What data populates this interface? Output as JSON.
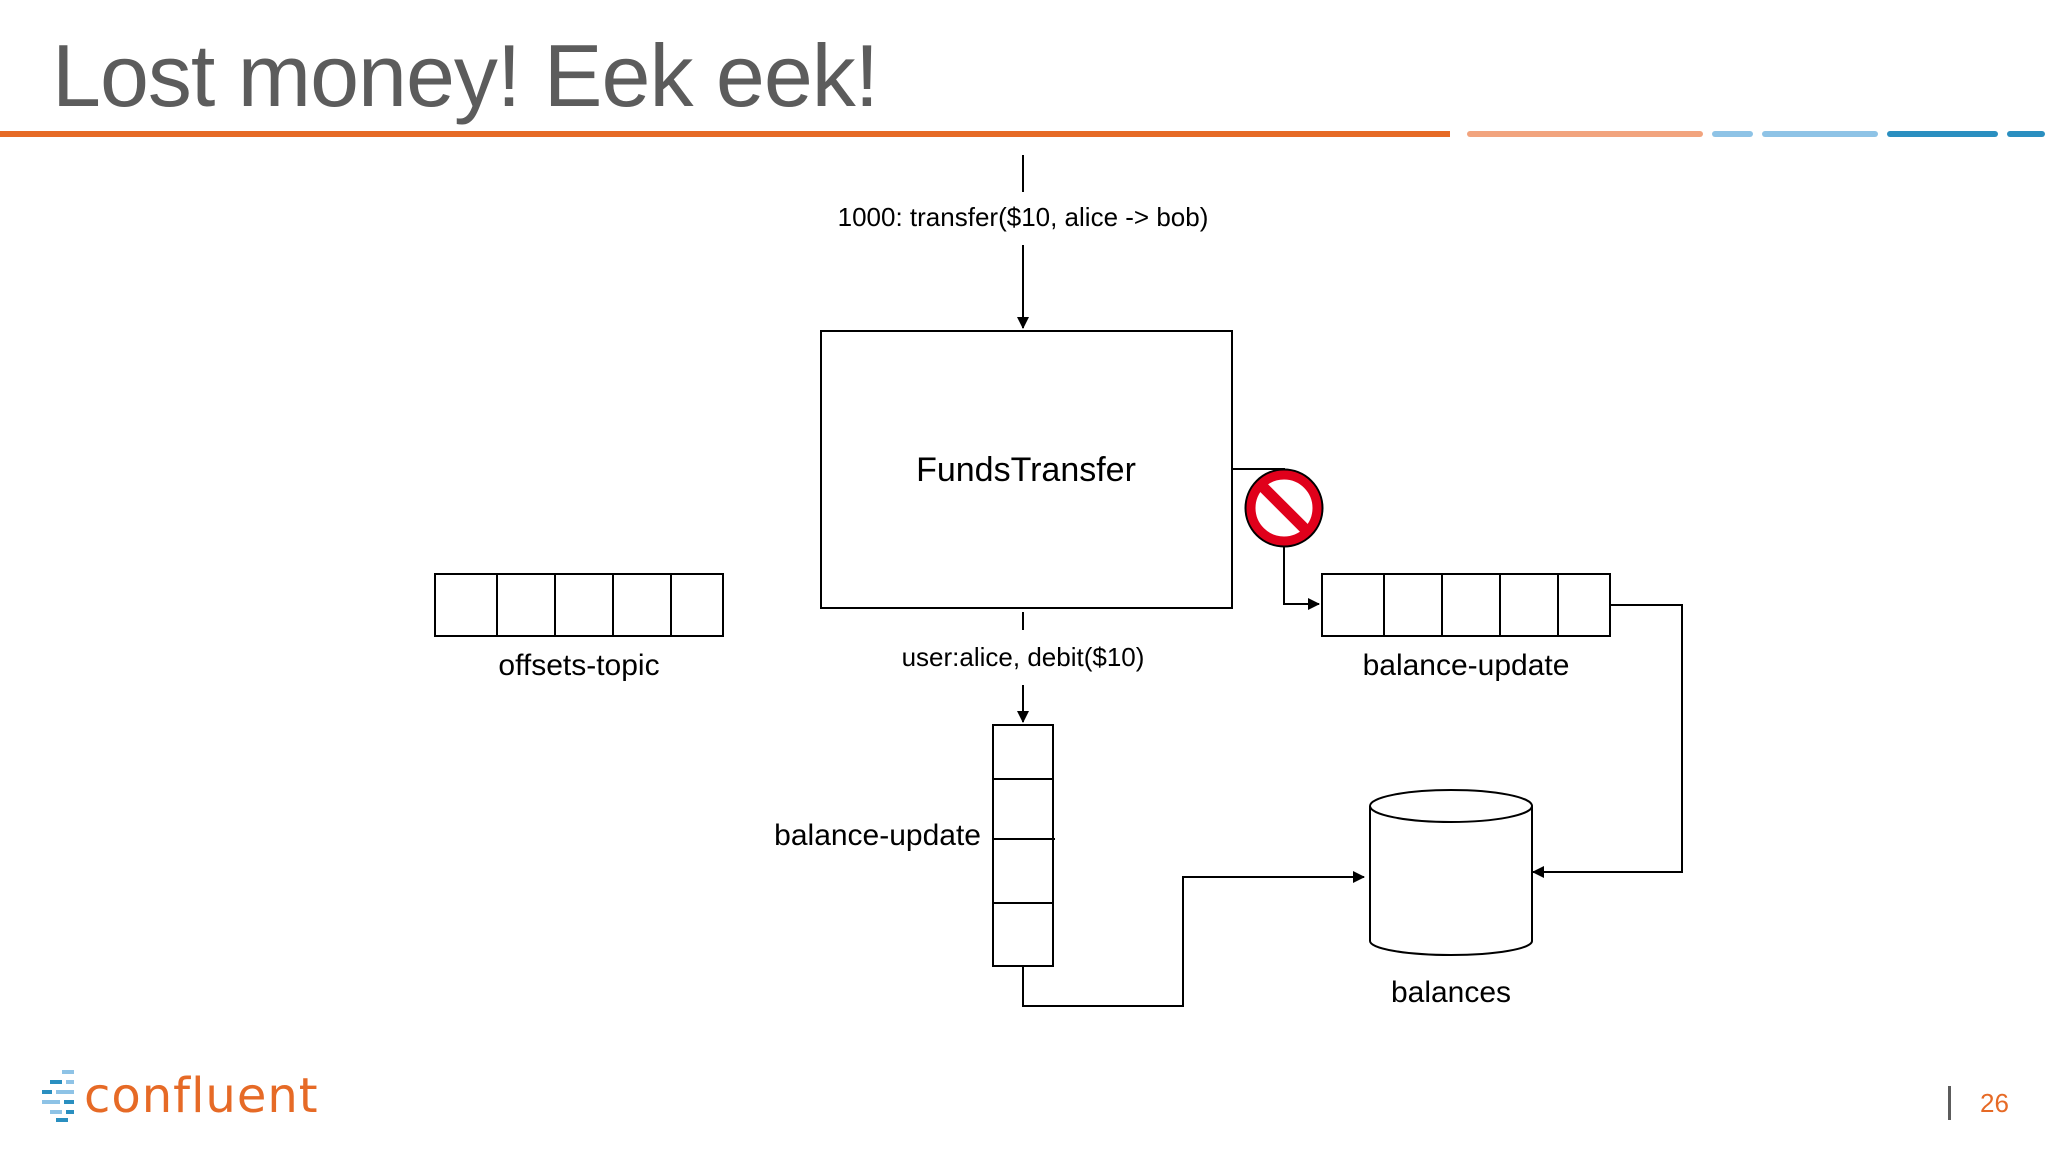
{
  "slide": {
    "title": "Lost money! Eek eek!",
    "page_number": "26"
  },
  "colors": {
    "title_text": "#5c5c5c",
    "accent_orange": "#e66a26",
    "accent_salmon": "#f2a47e",
    "accent_light_blue": "#8ec3e6",
    "accent_blue": "#2a8fc0",
    "blocked_red": "#e0001b"
  },
  "diagram": {
    "input_event_label": "1000: transfer($10, alice -> bob)",
    "processor_label": "FundsTransfer",
    "offsets_topic_label": "offsets-topic",
    "debit_event_label": "user:alice, debit($10)",
    "left_topic_label": "balance-update",
    "right_topic_label": "balance-update",
    "store_label": "balances",
    "blocked_icon": "no-entry-icon"
  },
  "logo": {
    "text": "confluent"
  }
}
